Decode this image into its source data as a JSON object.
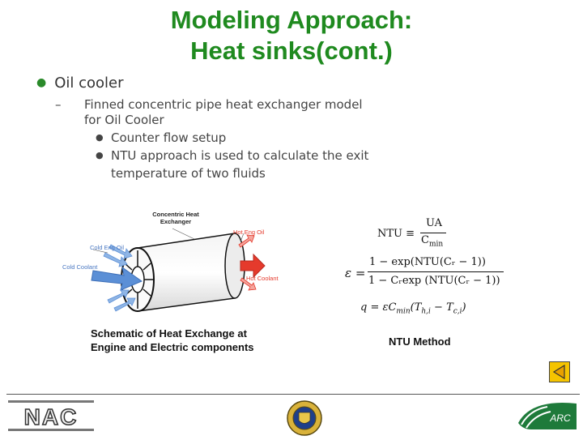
{
  "slide": {
    "title_line1": "Modeling Approach:",
    "title_line2": "Heat sinks(cont.)"
  },
  "bullets": {
    "level1": "Oil cooler",
    "level2_line1": "Finned concentric pipe heat exchanger model",
    "level2_line2": "for Oil Cooler",
    "level3": [
      {
        "line1": "Counter flow setup",
        "line2": ""
      },
      {
        "line1": "NTU approach is used to calculate the exit",
        "line2": "temperature of two fluids"
      }
    ]
  },
  "diagram": {
    "header_line1": "Concentric Heat",
    "header_line2": "Exchanger",
    "hot_eng_oil": "Hot Eng Oil",
    "cold_eng_oil": "Cold Eng Oil",
    "cold_coolant": "Cold Coolant",
    "hot_coolant": "Hot Coolant",
    "caption_line1": "Schematic of Heat Exchange at",
    "caption_line2": "Engine and Electric components"
  },
  "equations": {
    "ntu_lhs": "NTU ≡",
    "ntu_num": "UA",
    "ntu_den": "C",
    "ntu_den_sub": "min",
    "eps_lhs": "ε =",
    "eps_num": "1 − exp(NTU(Cᵣ − 1))",
    "eps_den": "1 − Cᵣexp (NTU(Cᵣ − 1))",
    "q_eq": "q = εC",
    "q_sub_min": "min",
    "q_rest": "(T",
    "q_sub_hi": "h,i",
    "q_mid": " − T",
    "q_sub_ci": "c,i",
    "q_end": ")",
    "caption": "NTU Method"
  },
  "footer": {
    "logo_left_text": "NAC",
    "logo_right_text": "ARC"
  },
  "colors": {
    "title": "#1f8a1f",
    "hot_arrow": "#e53a2c",
    "cold_arrow": "#5b8fd6",
    "button": "#f5c400"
  }
}
